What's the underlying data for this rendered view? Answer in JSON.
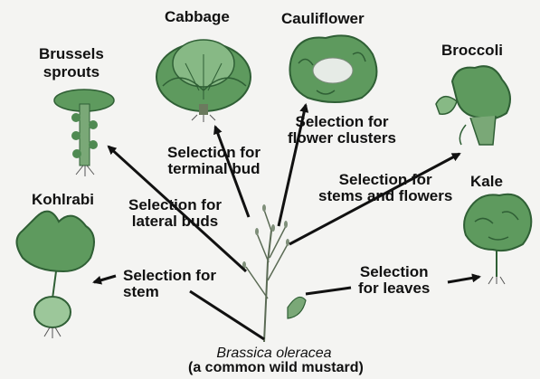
{
  "plants": {
    "cabbage": "Cabbage",
    "cauliflower": "Cauliflower",
    "brussels": "Brussels\nsprouts",
    "broccoli": "Broccoli",
    "kohlrabi": "Kohlrabi",
    "kale": "Kale"
  },
  "selections": {
    "flower_clusters": "Selection for\nflower clusters",
    "terminal_bud": "Selection for\nterminal bud",
    "stems_flowers": "Selection for\nstems and flowers",
    "lateral_buds": "Selection for\nlateral buds",
    "stem": "Selection for\nstem",
    "leaves": "Selection\nfor leaves"
  },
  "ancestor": {
    "species": "Brassica oleracea",
    "common": "(a common wild mustard)"
  },
  "colors": {
    "plant_green": "#4f8a52",
    "plant_dark": "#2f5f35",
    "plant_light": "#9cc79a",
    "arrow": "#111111",
    "background": "#f4f4f2"
  }
}
